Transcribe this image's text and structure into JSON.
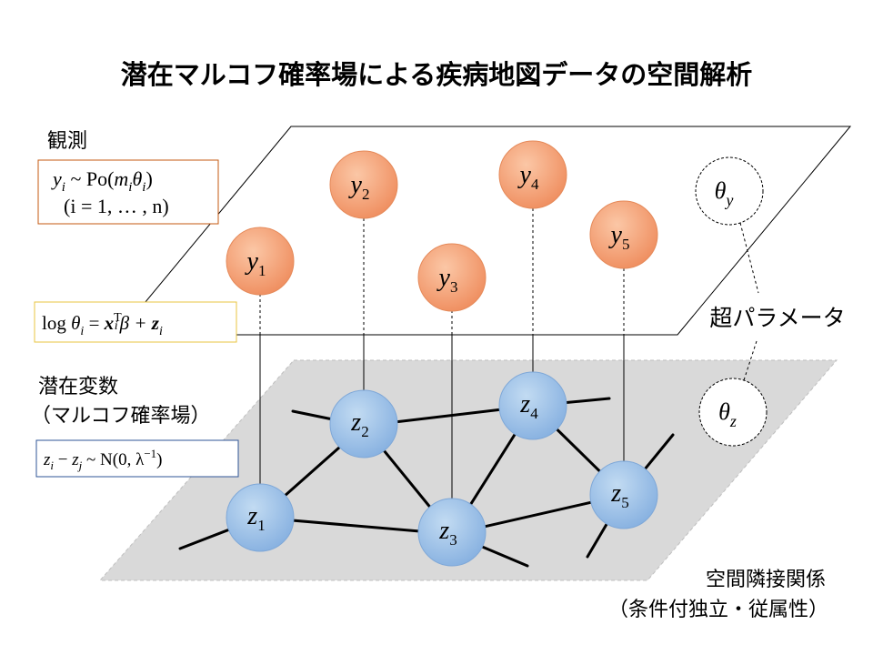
{
  "title": "潜在マルコフ確率場による疾病地図データの空間解析",
  "observation": {
    "label": "観測",
    "model_line1": "y",
    "model_line1_sub": "i",
    "model_line1_rest": " ~ Po(",
    "model_line1_m": "m",
    "model_line1_theta": "θ",
    "model_line1_close": ")",
    "model_line2": "(i = 1, … , n)"
  },
  "link_function": {
    "log": "log ",
    "theta": "θ",
    "sub_i": "i",
    "eq": " = ",
    "x": "x",
    "sup_T": "T",
    "beta": "β + ",
    "z": "z"
  },
  "latent": {
    "label_line1": "潜在変数",
    "label_line2": "（マルコフ確率場）",
    "prior_z": "z",
    "prior_i": "i",
    "prior_minus": " − ",
    "prior_j": "j",
    "prior_rest": " ~ N(0, λ",
    "prior_sup": "−1",
    "prior_close": ")"
  },
  "hyperparameters": {
    "label": "超パラメータ",
    "theta_y": "θ",
    "theta_y_sub": "y",
    "theta_z": "θ",
    "theta_z_sub": "z"
  },
  "spatial": {
    "label_line1": "空間隣接関係",
    "label_line2": "（条件付独立・従属性）"
  },
  "observed_nodes": [
    {
      "base": "y",
      "sub": "1"
    },
    {
      "base": "y",
      "sub": "2"
    },
    {
      "base": "y",
      "sub": "3"
    },
    {
      "base": "y",
      "sub": "4"
    },
    {
      "base": "y",
      "sub": "5"
    }
  ],
  "latent_nodes": [
    {
      "base": "z",
      "sub": "1"
    },
    {
      "base": "z",
      "sub": "2"
    },
    {
      "base": "z",
      "sub": "3"
    },
    {
      "base": "z",
      "sub": "4"
    },
    {
      "base": "z",
      "sub": "5"
    }
  ],
  "colors": {
    "observed_fill": "#f4a37e",
    "observed_stroke": "#e07a4a",
    "latent_fill": "#9dc3e6",
    "latent_stroke": "#6a9bd0",
    "plane_fill": "#d9d9d9",
    "obs_box_border": "#c55a11",
    "link_box_border": "#e8c440",
    "prior_box_border": "#2f5597"
  }
}
